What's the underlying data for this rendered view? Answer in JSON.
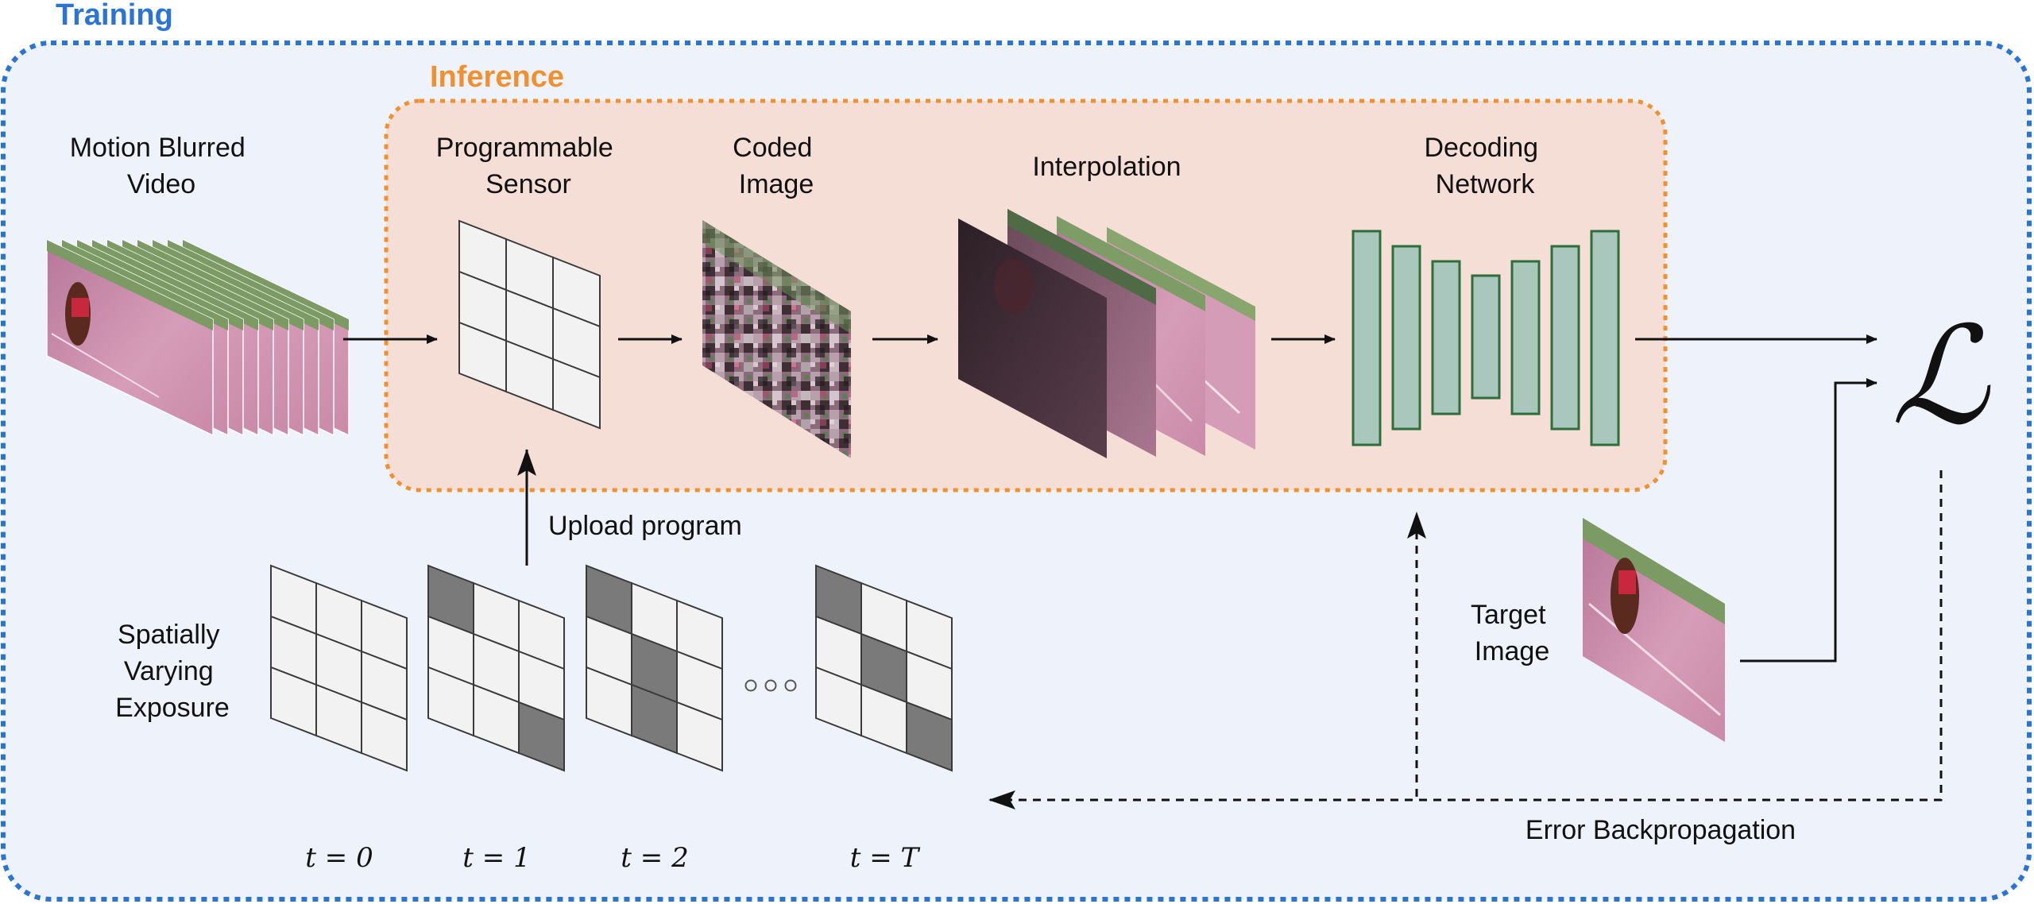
{
  "training": {
    "title": "Training"
  },
  "inference": {
    "title": "Inference"
  },
  "labels": {
    "motion_blurred_video": [
      "Motion Blurred",
      "Video"
    ],
    "programmable_sensor": [
      "Programmable",
      "Sensor"
    ],
    "coded_image": [
      "Coded",
      "Image"
    ],
    "interpolation": [
      "Interpolation"
    ],
    "decoding_network": [
      "Decoding",
      "Network"
    ],
    "upload_program": "Upload program",
    "spatially_varying_exposure": [
      "Spatially",
      "Varying",
      "Exposure"
    ],
    "target_image": [
      "Target",
      "Image"
    ],
    "error_backpropagation": "Error Backpropagation",
    "loss_symbol": "ℒ"
  },
  "exposure_frames": [
    {
      "label": "t = 0",
      "cells": [
        0,
        0,
        0,
        0,
        0,
        0,
        0,
        0,
        0
      ]
    },
    {
      "label": "t = 1",
      "cells": [
        1,
        0,
        0,
        0,
        0,
        0,
        0,
        0,
        1
      ]
    },
    {
      "label": "t = 2",
      "cells": [
        1,
        0,
        0,
        0,
        1,
        0,
        0,
        1,
        0
      ]
    },
    {
      "label": "t = T",
      "cells": [
        1,
        0,
        0,
        0,
        1,
        0,
        0,
        0,
        1
      ]
    }
  ],
  "colors": {
    "training_border": "#2A74D6",
    "training_bg": "#EEF3FB",
    "inference_border": "#F0902E",
    "inference_bg": "#F4DED6",
    "network_fill": "#A9C7BC",
    "network_stroke": "#2E6E3A",
    "video_pink": "#C98AA8",
    "grass_green": "#7C9A64",
    "shaded_cell": "#7A7A7A",
    "light_cell": "#F2F2F2"
  }
}
